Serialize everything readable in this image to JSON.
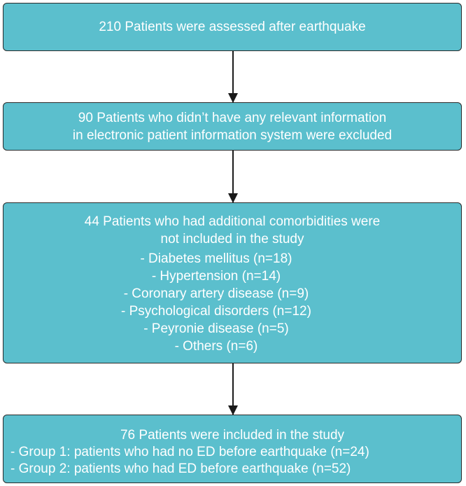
{
  "boxes": {
    "assessed": {
      "text": "210 Patients were assessed after earthquake"
    },
    "excluded": {
      "line1": "90 Patients who didn’t have any relevant information",
      "line2": "in electronic patient information system were excluded"
    },
    "comorbidities": {
      "line1": "44 Patients who had additional comorbidities were",
      "line2": "not included in the study",
      "items": [
        "- Diabetes mellitus (n=18)",
        "- Hypertension (n=14)",
        "- Coronary artery disease (n=9)",
        "- Psychological disorders (n=12)",
        "- Peyronie disease (n=5)",
        "- Others (n=6)"
      ]
    },
    "included": {
      "title": "76 Patients were included in the study",
      "groups": [
        "- Group 1: patients who had no ED before earthquake (n=24)",
        "- Group 2: patients who had ED before earthquake (n=52)"
      ]
    }
  },
  "colors": {
    "box_fill": "#5bbfcd",
    "box_border": "#2b2b2b",
    "text": "#ffffff",
    "arrow": "#1a1a1a"
  }
}
